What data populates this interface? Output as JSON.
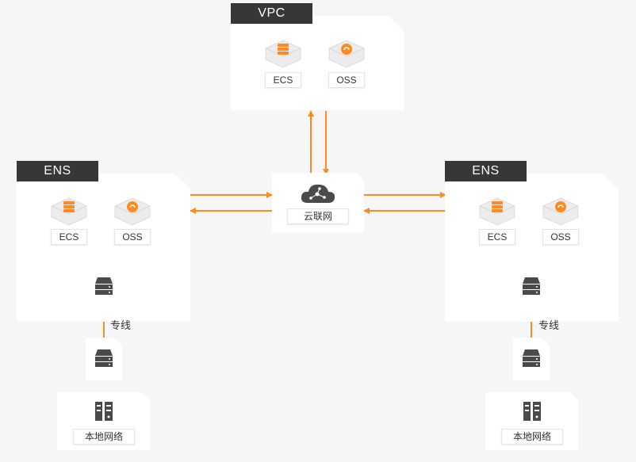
{
  "vpc": {
    "tag": "VPC",
    "ecs_label": "ECS",
    "oss_label": "OSS"
  },
  "ens_left": {
    "tag": "ENS",
    "ecs_label": "ECS",
    "oss_label": "OSS",
    "line_label": "专线",
    "local_label": "本地网络"
  },
  "ens_right": {
    "tag": "ENS",
    "ecs_label": "ECS",
    "oss_label": "OSS",
    "line_label": "专线",
    "local_label": "本地网络"
  },
  "cen": {
    "label": "云联网"
  },
  "colors": {
    "accent": "#ff8a22",
    "dark": "#373737",
    "icon_gray": "#4a4a4a",
    "box_gray": "#e9e9e9"
  }
}
